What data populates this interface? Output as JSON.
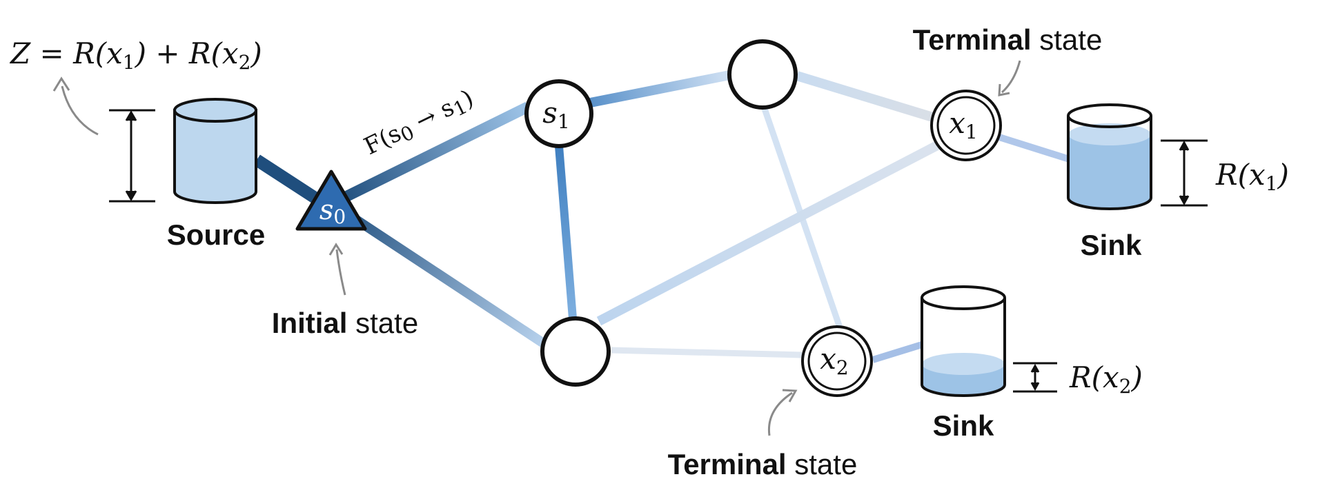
{
  "formula": {
    "z": "Z",
    "eq": " = R(",
    "x1": "x",
    "x1_sub": "1",
    "mid": ") + R(",
    "x2": "x",
    "x2_sub": "2",
    "close": ")"
  },
  "source": {
    "label": "Source"
  },
  "initial_state": {
    "bold": "Initial",
    "rest": " state"
  },
  "terminal_state_top": {
    "bold": "Terminal",
    "rest": " state"
  },
  "terminal_state_bottom": {
    "bold": "Terminal",
    "rest": " state"
  },
  "sink_top": {
    "label": "Sink",
    "reward": {
      "pre": "R(",
      "var": "x",
      "sub": "1",
      "post": ")"
    }
  },
  "sink_bottom": {
    "label": "Sink",
    "reward": {
      "pre": "R(",
      "var": "x",
      "sub": "2",
      "post": ")"
    }
  },
  "flow_label": {
    "pre": "F(s",
    "sub0": "0",
    "arrow": " → s",
    "sub1": "1",
    "post": ")"
  },
  "nodes": {
    "s0": {
      "var": "s",
      "sub": "0"
    },
    "s1": {
      "var": "s",
      "sub": "1"
    },
    "x1": {
      "var": "x",
      "sub": "1"
    },
    "x2": {
      "var": "x",
      "sub": "2"
    }
  },
  "colors": {
    "edge_strong": "#1f4e7d",
    "edge_medium": "#4a8ac9",
    "edge_light": "#c7d9ee",
    "container_fill": "#bdd7ee",
    "liquid": "#9dc3e6",
    "triangle_fill": "#2e6bb0",
    "stroke": "#111111"
  },
  "sink_fill": {
    "top": 0.75,
    "bottom": 0.3
  }
}
